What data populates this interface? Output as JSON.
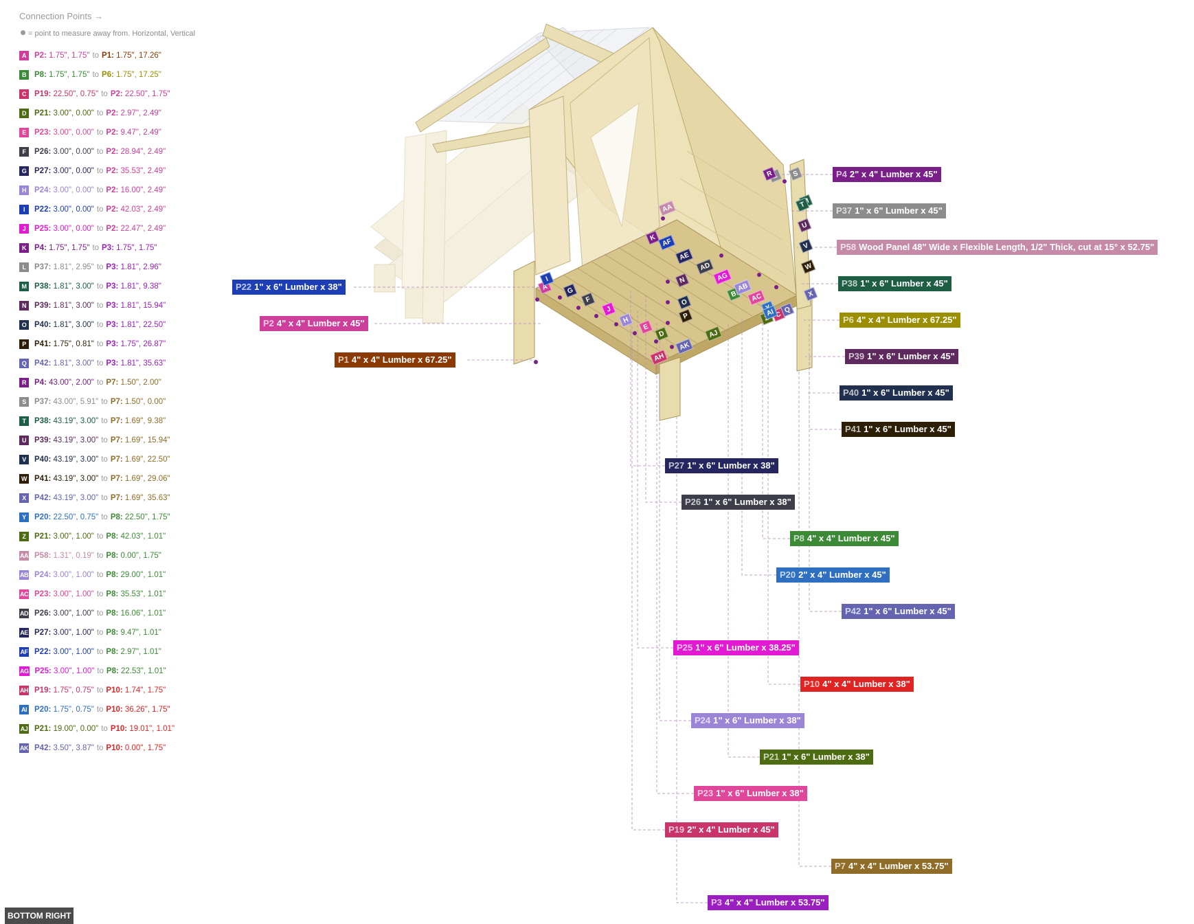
{
  "legend": {
    "title": "Connection Points →",
    "note": "= point to measure away from. Horizontal, Vertical",
    "rows": [
      {
        "code": "A",
        "color": "#cd3f9a",
        "from": "P2:",
        "from_color": "#cd3f9a",
        "from_val": "1.75\", 1.75\"",
        "to": "to",
        "target": "P1:",
        "target_color": "#8b3a05",
        "target_val": "1.75\", 17.26\""
      },
      {
        "code": "B",
        "color": "#3c8a35",
        "from": "P8:",
        "from_color": "#3c8a35",
        "from_val": "1.75\", 1.75\"",
        "to": "to",
        "target": "P6:",
        "target_color": "#9b8f00",
        "target_val": "1.75\", 17.25\""
      },
      {
        "code": "C",
        "color": "#c9356a",
        "from": "P19:",
        "from_color": "#c9356a",
        "from_val": "22.50\", 0.75\"",
        "to": "to",
        "target": "P2:",
        "target_color": "#cd3f9a",
        "target_val": "22.50\", 1.75\""
      },
      {
        "code": "D",
        "color": "#4d6b10",
        "from": "P21:",
        "from_color": "#4d6b10",
        "from_val": "3.00\", 0.00\"",
        "to": "to",
        "target": "P2:",
        "target_color": "#cd3f9a",
        "target_val": "2.97\", 2.49\""
      },
      {
        "code": "E",
        "color": "#e0469a",
        "from": "P23:",
        "from_color": "#e0469a",
        "from_val": "3.00\", 0.00\"",
        "to": "to",
        "target": "P2:",
        "target_color": "#cd3f9a",
        "target_val": "9.47\", 2.49\""
      },
      {
        "code": "F",
        "color": "#3e3e4a",
        "from": "P26:",
        "from_color": "#3e3e4a",
        "from_val": "3.00\", 0.00\"",
        "to": "to",
        "target": "P2:",
        "target_color": "#cd3f9a",
        "target_val": "28.94\", 2.49\""
      },
      {
        "code": "G",
        "color": "#252660",
        "from": "P27:",
        "from_color": "#252660",
        "from_val": "3.00\", 0.00\"",
        "to": "to",
        "target": "P2:",
        "target_color": "#cd3f9a",
        "target_val": "35.53\", 2.49\""
      },
      {
        "code": "H",
        "color": "#9a85d6",
        "from": "P24:",
        "from_color": "#9a85d6",
        "from_val": "3.00\", 0.00\"",
        "to": "to",
        "target": "P2:",
        "target_color": "#cd3f9a",
        "target_val": "16.00\", 2.49\""
      },
      {
        "code": "I",
        "color": "#1e3eb5",
        "from": "P22:",
        "from_color": "#1e3eb5",
        "from_val": "3.00\", 0.00\"",
        "to": "to",
        "target": "P2:",
        "target_color": "#cd3f9a",
        "target_val": "42.03\", 2.49\""
      },
      {
        "code": "J",
        "color": "#e21ad4",
        "from": "P25:",
        "from_color": "#e21ad4",
        "from_val": "3.00\", 0.00\"",
        "to": "to",
        "target": "P2:",
        "target_color": "#cd3f9a",
        "target_val": "22.47\", 2.49\""
      },
      {
        "code": "K",
        "color": "#7a1f8a",
        "from": "P4:",
        "from_color": "#7a1f8a",
        "from_val": "1.75\", 1.75\"",
        "to": "to",
        "target": "P3:",
        "target_color": "#9b1ec0",
        "target_val": "1.75\", 1.75\""
      },
      {
        "code": "L",
        "color": "#8c8c8c",
        "from": "P37:",
        "from_color": "#8c8c8c",
        "from_val": "1.81\", 2.95\"",
        "to": "to",
        "target": "P3:",
        "target_color": "#9b1ec0",
        "target_val": "1.81\", 2.96\""
      },
      {
        "code": "M",
        "color": "#1d5e45",
        "from": "P38:",
        "from_color": "#1d5e45",
        "from_val": "1.81\", 3.00\"",
        "to": "to",
        "target": "P3:",
        "target_color": "#9b1ec0",
        "target_val": "1.81\", 9.38\""
      },
      {
        "code": "N",
        "color": "#5e2a5e",
        "from": "P39:",
        "from_color": "#5e2a5e",
        "from_val": "1.81\", 3.00\"",
        "to": "to",
        "target": "P3:",
        "target_color": "#9b1ec0",
        "target_val": "1.81\", 15.94\""
      },
      {
        "code": "O",
        "color": "#22304f",
        "from": "P40:",
        "from_color": "#22304f",
        "from_val": "1.81\", 3.00\"",
        "to": "to",
        "target": "P3:",
        "target_color": "#9b1ec0",
        "target_val": "1.81\", 22.50\""
      },
      {
        "code": "P",
        "color": "#2d1f05",
        "from": "P41:",
        "from_color": "#2d1f05",
        "from_val": "1.75\", 0.81\"",
        "to": "to",
        "target": "P3:",
        "target_color": "#9b1ec0",
        "target_val": "1.75\", 26.87\""
      },
      {
        "code": "Q",
        "color": "#6464b0",
        "from": "P42:",
        "from_color": "#6464b0",
        "from_val": "1.81\", 3.00\"",
        "to": "to",
        "target": "P3:",
        "target_color": "#9b1ec0",
        "target_val": "1.81\", 35.63\""
      },
      {
        "code": "R",
        "color": "#7a1f8a",
        "from": "P4:",
        "from_color": "#7a1f8a",
        "from_val": "43.00\", 2.00\"",
        "to": "to",
        "target": "P7:",
        "target_color": "#8f6d28",
        "target_val": "1.50\", 2.00\""
      },
      {
        "code": "S",
        "color": "#8c8c8c",
        "from": "P37:",
        "from_color": "#8c8c8c",
        "from_val": "43.00\", 5.91\"",
        "to": "to",
        "target": "P7:",
        "target_color": "#8f6d28",
        "target_val": "1.50\", 0.00\""
      },
      {
        "code": "T",
        "color": "#1d5e45",
        "from": "P38:",
        "from_color": "#1d5e45",
        "from_val": "43.19\", 3.00\"",
        "to": "to",
        "target": "P7:",
        "target_color": "#8f6d28",
        "target_val": "1.69\", 9.38\""
      },
      {
        "code": "U",
        "color": "#5e2a5e",
        "from": "P39:",
        "from_color": "#5e2a5e",
        "from_val": "43.19\", 3.00\"",
        "to": "to",
        "target": "P7:",
        "target_color": "#8f6d28",
        "target_val": "1.69\", 15.94\""
      },
      {
        "code": "V",
        "color": "#22304f",
        "from": "P40:",
        "from_color": "#22304f",
        "from_val": "43.19\", 3.00\"",
        "to": "to",
        "target": "P7:",
        "target_color": "#8f6d28",
        "target_val": "1.69\", 22.50\""
      },
      {
        "code": "W",
        "color": "#2d1f05",
        "from": "P41:",
        "from_color": "#2d1f05",
        "from_val": "43.19\", 3.00\"",
        "to": "to",
        "target": "P7:",
        "target_color": "#8f6d28",
        "target_val": "1.69\", 29.06\""
      },
      {
        "code": "X",
        "color": "#6464b0",
        "from": "P42:",
        "from_color": "#6464b0",
        "from_val": "43.19\", 3.00\"",
        "to": "to",
        "target": "P7:",
        "target_color": "#8f6d28",
        "target_val": "1.69\", 35.63\""
      },
      {
        "code": "Y",
        "color": "#2f6fc2",
        "from": "P20:",
        "from_color": "#2f6fc2",
        "from_val": "22.50\", 0.75\"",
        "to": "to",
        "target": "P8:",
        "target_color": "#3c8a35",
        "target_val": "22.50\", 1.75\""
      },
      {
        "code": "Z",
        "color": "#4d6b10",
        "from": "P21:",
        "from_color": "#4d6b10",
        "from_val": "3.00\", 1.00\"",
        "to": "to",
        "target": "P8:",
        "target_color": "#3c8a35",
        "target_val": "42.03\", 1.01\""
      },
      {
        "code": "AA",
        "color": "#c48aa8",
        "from": "P58:",
        "from_color": "#c48aa8",
        "from_val": "1.31\", 0.19\"",
        "to": "to",
        "target": "P8:",
        "target_color": "#3c8a35",
        "target_val": "0.00\", 1.75\""
      },
      {
        "code": "AB",
        "color": "#9a85d6",
        "from": "P24:",
        "from_color": "#9a85d6",
        "from_val": "3.00\", 1.00\"",
        "to": "to",
        "target": "P8:",
        "target_color": "#3c8a35",
        "target_val": "29.00\", 1.01\""
      },
      {
        "code": "AC",
        "color": "#e0469a",
        "from": "P23:",
        "from_color": "#e0469a",
        "from_val": "3.00\", 1.00\"",
        "to": "to",
        "target": "P8:",
        "target_color": "#3c8a35",
        "target_val": "35.53\", 1.01\""
      },
      {
        "code": "AD",
        "color": "#3e3e4a",
        "from": "P26:",
        "from_color": "#3e3e4a",
        "from_val": "3.00\", 1.00\"",
        "to": "to",
        "target": "P8:",
        "target_color": "#3c8a35",
        "target_val": "16.06\", 1.01\""
      },
      {
        "code": "AE",
        "color": "#252660",
        "from": "P27:",
        "from_color": "#252660",
        "from_val": "3.00\", 1.00\"",
        "to": "to",
        "target": "P8:",
        "target_color": "#3c8a35",
        "target_val": "9.47\", 1.01\""
      },
      {
        "code": "AF",
        "color": "#1e3eb5",
        "from": "P22:",
        "from_color": "#1e3eb5",
        "from_val": "3.00\", 1.00\"",
        "to": "to",
        "target": "P8:",
        "target_color": "#3c8a35",
        "target_val": "2.97\", 1.01\""
      },
      {
        "code": "AG",
        "color": "#e21ad4",
        "from": "P25:",
        "from_color": "#e21ad4",
        "from_val": "3.00\", 1.00\"",
        "to": "to",
        "target": "P8:",
        "target_color": "#3c8a35",
        "target_val": "22.53\", 1.01\""
      },
      {
        "code": "AH",
        "color": "#c9356a",
        "from": "P19:",
        "from_color": "#c9356a",
        "from_val": "1.75\", 0.75\"",
        "to": "to",
        "target": "P10:",
        "target_color": "#e02424",
        "target_val": "1.74\", 1.75\""
      },
      {
        "code": "AI",
        "color": "#2f6fc2",
        "from": "P20:",
        "from_color": "#2f6fc2",
        "from_val": "1.75\", 0.75\"",
        "to": "to",
        "target": "P10:",
        "target_color": "#e02424",
        "target_val": "36.26\", 1.75\""
      },
      {
        "code": "AJ",
        "color": "#4d6b10",
        "from": "P21:",
        "from_color": "#4d6b10",
        "from_val": "19.00\", 0.00\"",
        "to": "to",
        "target": "P10:",
        "target_color": "#e02424",
        "target_val": "19.01\", 1.01\""
      },
      {
        "code": "AK",
        "color": "#6464b0",
        "from": "P42:",
        "from_color": "#6464b0",
        "from_val": "3.50\", 3.87\"",
        "to": "to",
        "target": "P10:",
        "target_color": "#e02424",
        "target_val": "0.00\", 1.75\""
      }
    ]
  },
  "part_labels": [
    {
      "pid": "P4",
      "text": "2\" x 4\" Lumber  x 45\"",
      "color": "#7a1f8a"
    },
    {
      "pid": "P37",
      "text": "1\" x 6\" Lumber x 45\"",
      "color": "#8c8c8c"
    },
    {
      "pid": "P58",
      "text": "Wood Panel 48\" Wide x Flexible Length, 1/2\" Thick, cut at 15° x 52.75\"",
      "color": "#c48aa8"
    },
    {
      "pid": "P22",
      "text": "1\" x 6\" Lumber x 38\"",
      "color": "#1e3eb5"
    },
    {
      "pid": "P38",
      "text": "1\" x 6\" Lumber x 45\"",
      "color": "#1d5e45"
    },
    {
      "pid": "P2",
      "text": "4\" x 4\" Lumber x 45\"",
      "color": "#cd3f9a"
    },
    {
      "pid": "P6",
      "text": "4\" x 4\" Lumber x 67.25\"",
      "color": "#9b8f00"
    },
    {
      "pid": "P39",
      "text": "1\" x 6\" Lumber x 45\"",
      "color": "#5e2a5e"
    },
    {
      "pid": "P1",
      "text": "4\" x 4\" Lumber x 67.25\"",
      "color": "#8b3a05"
    },
    {
      "pid": "P40",
      "text": "1\" x 6\" Lumber x 45\"",
      "color": "#22304f"
    },
    {
      "pid": "P41",
      "text": "1\" x 6\" Lumber x 45\"",
      "color": "#2d1f05"
    },
    {
      "pid": "P27",
      "text": "1\" x 6\" Lumber x 38\"",
      "color": "#252660"
    },
    {
      "pid": "P26",
      "text": "1\" x 6\" Lumber x 38\"",
      "color": "#3e3e4a"
    },
    {
      "pid": "P8",
      "text": "4\" x 4\" Lumber x 45\"",
      "color": "#3c8a35"
    },
    {
      "pid": "P20",
      "text": "2\" x 4\" Lumber  x 45\"",
      "color": "#2f6fc2"
    },
    {
      "pid": "P42",
      "text": "1\" x 6\" Lumber x 45\"",
      "color": "#6464b0"
    },
    {
      "pid": "P25",
      "text": "1\" x 6\" Lumber x 38.25\"",
      "color": "#e21ad4"
    },
    {
      "pid": "P10",
      "text": "4\" x 4\" Lumber x 38\"",
      "color": "#e02424"
    },
    {
      "pid": "P24",
      "text": "1\" x 6\" Lumber x 38\"",
      "color": "#9a85d6"
    },
    {
      "pid": "P21",
      "text": "1\" x 6\" Lumber x 38\"",
      "color": "#4d6b10"
    },
    {
      "pid": "P23",
      "text": "1\" x 6\" Lumber x 38\"",
      "color": "#e0469a"
    },
    {
      "pid": "P19",
      "text": "2\" x 4\" Lumber  x 45\"",
      "color": "#c9356a"
    },
    {
      "pid": "P7",
      "text": "4\" x 4\" Lumber x 53.75\"",
      "color": "#8f6d28"
    },
    {
      "pid": "P3",
      "text": "4\" x 4\" Lumber x 53.75\"",
      "color": "#9b1ec0"
    }
  ],
  "view_button": "BOTTOM RIGHT"
}
